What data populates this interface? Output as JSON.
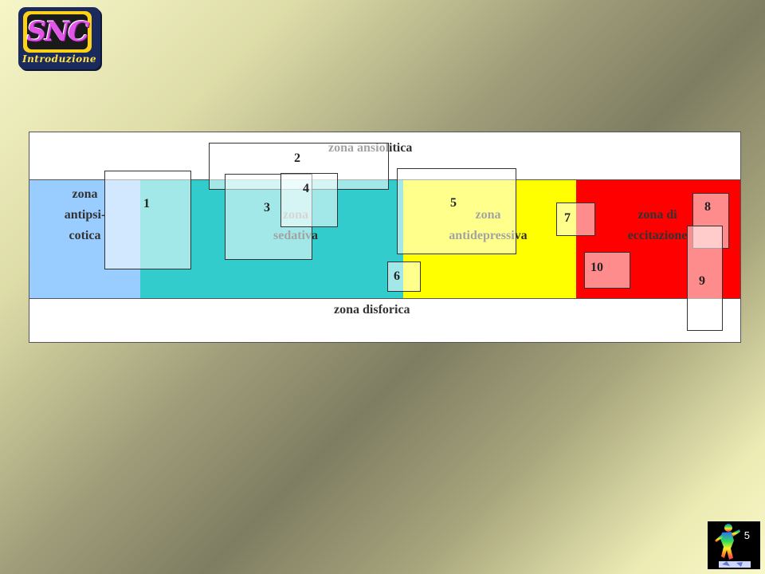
{
  "logo": {
    "letters": "SNC",
    "caption": "Introduzione",
    "colors": {
      "frame": "#1a2a5c",
      "ring": "#ffd21a",
      "letters": "#e255e8"
    }
  },
  "diagram": {
    "zones": {
      "top": "zona ansiolitica",
      "antipsicotica": [
        "zona",
        "antipsi-",
        "cotica"
      ],
      "sedativa": [
        "zona",
        "sedativa"
      ],
      "antidepressiva": [
        "zona",
        "antidepressiva"
      ],
      "eccitazione": [
        "zona di",
        "eccitazione"
      ],
      "bottom": "zona disforica"
    },
    "zone_colors": {
      "antipsicotica": "#99ccff",
      "sedativa": "#33cccc",
      "antidepressiva": "#ffff00",
      "eccitazione": "#ff0000"
    },
    "boxes": [
      "1",
      "2",
      "3",
      "4",
      "5",
      "6",
      "7",
      "8",
      "9",
      "10"
    ]
  },
  "slide": {
    "page_number": "5"
  }
}
